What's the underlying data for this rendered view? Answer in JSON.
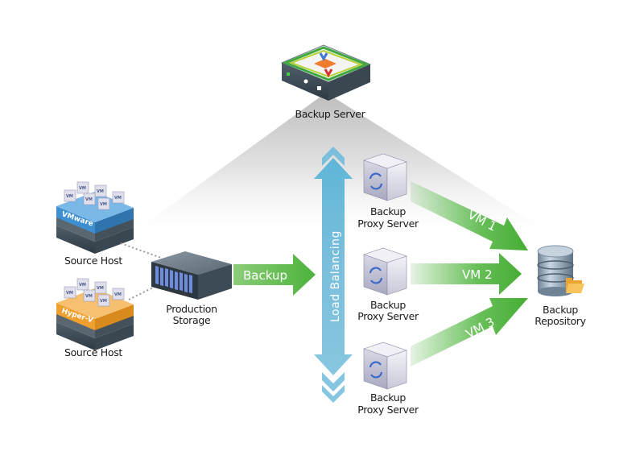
{
  "diagram": {
    "backup_server": {
      "label": "Backup Server"
    },
    "source_hosts": [
      {
        "label": "Source Host",
        "hypervisor": "VMware",
        "hypervisor_color": "#3d8fd1",
        "vm_label": "VM",
        "vm_count": 6
      },
      {
        "label": "Source Host",
        "hypervisor": "Hyper-V",
        "hypervisor_color": "#f0a030",
        "vm_label": "VM",
        "vm_count": 6
      }
    ],
    "production_storage": {
      "label_line1": "Production",
      "label_line2": "Storage"
    },
    "backup_arrow": {
      "label": "Backup"
    },
    "load_balancing": {
      "label": "Load Balancing"
    },
    "proxies": [
      {
        "label_line1": "Backup",
        "label_line2": "Proxy Server"
      },
      {
        "label_line1": "Backup",
        "label_line2": "Proxy Server"
      },
      {
        "label_line1": "Backup",
        "label_line2": "Proxy Server"
      }
    ],
    "vm_arrows": [
      {
        "label": "VM 1"
      },
      {
        "label": "VM 2"
      },
      {
        "label": "VM 3"
      }
    ],
    "repository": {
      "label_line1": "Backup",
      "label_line2": "Repository"
    },
    "colors": {
      "green_arrow": "#4cb33a",
      "load_balancing_blue": "#7bbfdc",
      "label_text": "#1a1a1a",
      "shadow_gray": "#c8c8c8"
    }
  }
}
